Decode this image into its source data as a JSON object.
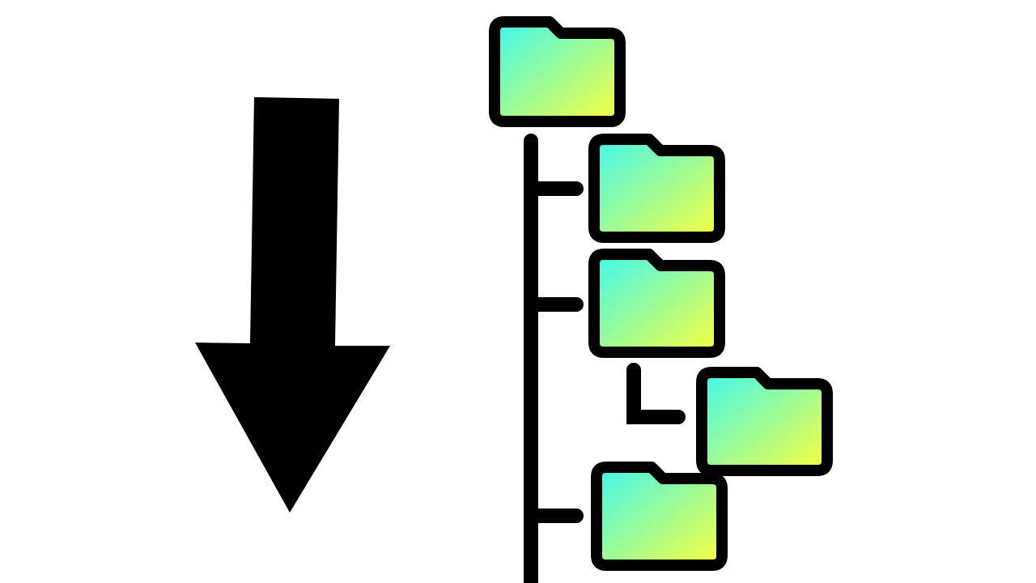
{
  "illustration": {
    "arrow": {
      "icon": "down-arrow-icon",
      "direction": "down",
      "color": "#000000"
    },
    "folder_tree": {
      "icon": "folder-icon",
      "line_color": "#000000",
      "folder_outline_color": "#000000",
      "folder_gradient_start": "#3ef7f0",
      "folder_gradient_end": "#fbff3c",
      "nodes": [
        {
          "name": "root-folder",
          "level": 0
        },
        {
          "name": "child-folder-1",
          "level": 1
        },
        {
          "name": "child-folder-2",
          "level": 1
        },
        {
          "name": "grandchild-folder-1",
          "level": 2
        },
        {
          "name": "child-folder-3",
          "level": 1
        }
      ]
    }
  }
}
